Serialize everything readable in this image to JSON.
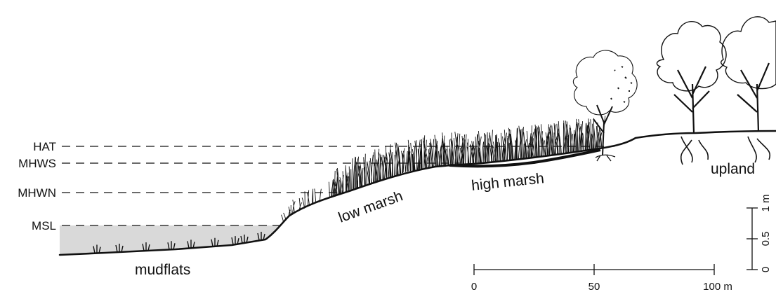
{
  "colors": {
    "ink": "#111111",
    "water_fill": "#d9d9d9",
    "background": "#ffffff"
  },
  "tide_levels": [
    {
      "id": "hat",
      "label": "HAT"
    },
    {
      "id": "mhws",
      "label": "MHWS"
    },
    {
      "id": "mhwn",
      "label": "MHWN"
    },
    {
      "id": "msl",
      "label": "MSL"
    }
  ],
  "zones": {
    "mudflats": "mudflats",
    "low_marsh": "low marsh",
    "high_marsh": "high marsh",
    "upland": "upland"
  },
  "horizontal_scale": {
    "ticks": [
      "0",
      "50",
      "100 m"
    ]
  },
  "vertical_scale": {
    "ticks": [
      "0",
      "0.5",
      "1 m"
    ]
  },
  "icons": [
    "mudflat-grass-icon",
    "marsh-grass-icon",
    "tree-icon",
    "tree-roots-icon"
  ]
}
